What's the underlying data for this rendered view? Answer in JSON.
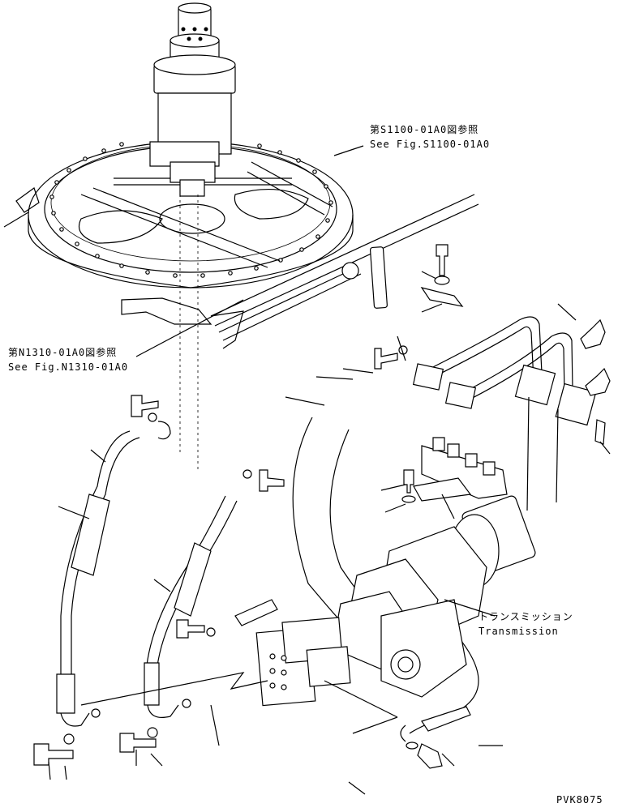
{
  "references": {
    "swivel_joint": {
      "jp": "第S1100-01A0図参照",
      "en": "See Fig.S1100-01A0"
    },
    "hydraulic_tank": {
      "jp": "第N1310-01A0図参照",
      "en": "See Fig.N1310-01A0"
    }
  },
  "component_labels": {
    "transmission_jp": "トランスミッション",
    "transmission_en": "Transmission"
  },
  "drawing_code": "PVK8075"
}
